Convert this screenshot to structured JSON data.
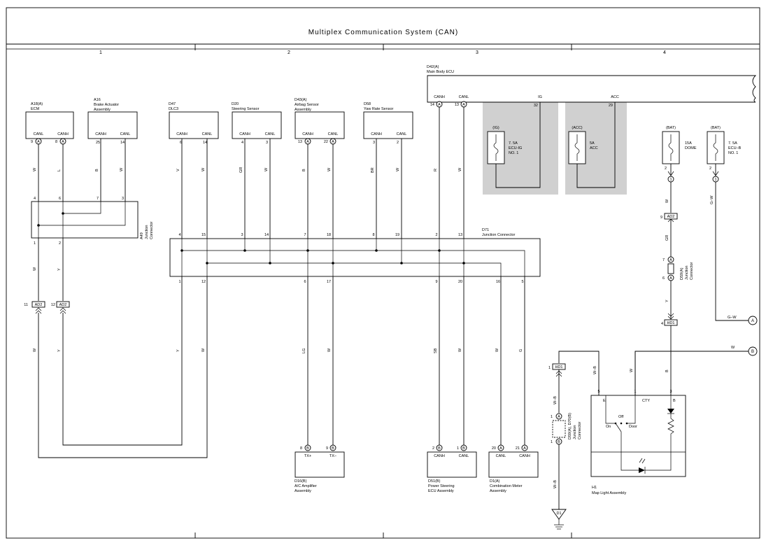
{
  "title": "Multiplex Communication System (CAN)",
  "columns": [
    "1",
    "2",
    "3",
    "4"
  ],
  "components": {
    "a18": {
      "code": "A18(A)",
      "name": "ECM",
      "pins": [
        {
          "label": "CANL",
          "num": "9"
        },
        {
          "label": "CANH",
          "num": "8"
        }
      ]
    },
    "a16": {
      "code": "A16",
      "name1": "Brake Actuator",
      "name2": "Assembly",
      "pins": [
        {
          "label": "CANH",
          "num": "25"
        },
        {
          "label": "CANL",
          "num": "14"
        }
      ]
    },
    "d47": {
      "code": "D47",
      "name": "DLC3",
      "pins": [
        {
          "label": "CANH",
          "num": "6"
        },
        {
          "label": "CANL",
          "num": "14"
        }
      ]
    },
    "d20": {
      "code": "D20",
      "name": "Steering Sensor",
      "pins": [
        {
          "label": "CANH",
          "num": "4"
        },
        {
          "label": "CANL",
          "num": "3"
        }
      ]
    },
    "d43": {
      "code": "D43(A)",
      "name1": "Airbag Sensor",
      "name2": "Assembly",
      "pins": [
        {
          "label": "CANH",
          "num": "13"
        },
        {
          "label": "CANL",
          "num": "22"
        }
      ]
    },
    "d58": {
      "code": "D58",
      "name": "Yaw Rate Sensor",
      "pins": [
        {
          "label": "CANH",
          "num": "3"
        },
        {
          "label": "CANL",
          "num": "2"
        }
      ]
    },
    "d42": {
      "code": "D42(A)",
      "name": "Main Body ECU",
      "pins": [
        {
          "label": "CANH",
          "num": "14"
        },
        {
          "label": "CANL",
          "num": "13"
        },
        {
          "label": "IG",
          "num": "32"
        },
        {
          "label": "ACC",
          "num": "29"
        }
      ]
    },
    "a49": {
      "code": "A49",
      "name1": "Junction",
      "name2": "Connector",
      "top_pins": [
        "4",
        "6",
        "7",
        "3"
      ],
      "bottom_pins": [
        "1",
        "2"
      ]
    },
    "d71": {
      "code": "D71",
      "name": "Junction Connector",
      "top_pins": [
        "4",
        "15",
        "3",
        "14",
        "7",
        "18",
        "8",
        "19",
        "2",
        "13"
      ],
      "bottom_pins": [
        "1",
        "12",
        "6",
        "17",
        "9",
        "20",
        "16",
        "5"
      ]
    },
    "d16": {
      "code": "D16(B)",
      "name1": "A/C Amplifier",
      "name2": "Assembly",
      "pins": [
        {
          "label": "TX+",
          "num": "8"
        },
        {
          "label": "TX−",
          "num": "9"
        }
      ]
    },
    "d51": {
      "code": "D51(B)",
      "name1": "Power Steering",
      "name2": "ECU Assembly",
      "pins": [
        {
          "label": "CANH",
          "num": "2"
        },
        {
          "label": "CANL",
          "num": "1"
        }
      ]
    },
    "d1a": {
      "code": "D1(A)",
      "name1": "Combination Meter",
      "name2": "Assembly",
      "pins": [
        {
          "label": "CANL",
          "num": "20"
        },
        {
          "label": "CANH",
          "num": "21"
        }
      ]
    },
    "h1": {
      "code": "H1",
      "name": "Map Light Assembly",
      "pins": [
        {
          "label": "E",
          "num": "5"
        },
        {
          "label": "CTY",
          "num": "1"
        },
        {
          "label": "B",
          "num": "3"
        }
      ],
      "switch": [
        "Off",
        "On",
        "Door"
      ]
    },
    "d59": {
      "code1": "D59(A)",
      "name1": "Junction",
      "name2": "Connector",
      "pins": [
        "7",
        "6"
      ]
    },
    "d59b": {
      "code": "D59(A), D70(B)",
      "name1": "Junction",
      "name2": "Connector",
      "pins": [
        "1",
        "1"
      ]
    },
    "d1g": {
      "code": "D1"
    }
  },
  "fuses": {
    "ig": {
      "supply": "(IG)",
      "l1": "7. 5A",
      "l2": "ECU-IG",
      "l3": "NO. 1"
    },
    "acc": {
      "supply": "(ACC)",
      "l1": "5A",
      "l2": "ACC"
    },
    "dome": {
      "supply": "(BAT)",
      "l1": "15A",
      "l2": "DOME",
      "pin": "2"
    },
    "ecub": {
      "supply": "(BAT)",
      "l1": "7. 5A",
      "l2": "ECU–B",
      "l3": "NO. 1",
      "pin": "2"
    }
  },
  "connectors": {
    "ad2_1": {
      "label": "AD2",
      "pin": "11"
    },
    "ad2_2": {
      "label": "AD2",
      "pin": "12"
    },
    "ad2_3": {
      "label": "AD2",
      "pin": "9"
    },
    "hd1_1": {
      "label": "HD1",
      "pin": "4"
    },
    "hd1_2": {
      "label": "HD1",
      "pin": "1"
    }
  },
  "wire_colors": {
    "a18_canl": "W",
    "a18_canh": "L",
    "a16_canh": "B",
    "a16_canl": "W",
    "d47_canh": "V",
    "d47_canl": "W",
    "d20_canh": "GR",
    "d20_canl": "W",
    "d43_canh": "B",
    "d43_canl": "W",
    "d58_canh": "BR",
    "d58_canl": "W",
    "d42_canh": "R",
    "d42_canl": "W",
    "a49_out1": "W",
    "a49_out2": "Y",
    "ad2_out1": "W",
    "ad2_out2": "Y",
    "d71_1": "Y",
    "d71_12": "W",
    "d71_6": "LG",
    "d71_17": "W",
    "d71_9": "SB",
    "d71_20": "W",
    "d71_16": "W",
    "d71_5": "G",
    "dome_out": "W",
    "ad2_to_j": "GR",
    "j_to_hd1": "Y",
    "hd1_to_b": "B",
    "ecub_out": "G–W",
    "ecub_to_a": "G–W",
    "b_in": "W",
    "h1_e": "W–B",
    "h1_cty": "W",
    "hd1_down": "W–B",
    "to_ground": "W–B"
  },
  "offpage": [
    "A",
    "B"
  ],
  "colors": {
    "line": "#000000",
    "shade": "#d0d0d0",
    "background": "#ffffff"
  }
}
